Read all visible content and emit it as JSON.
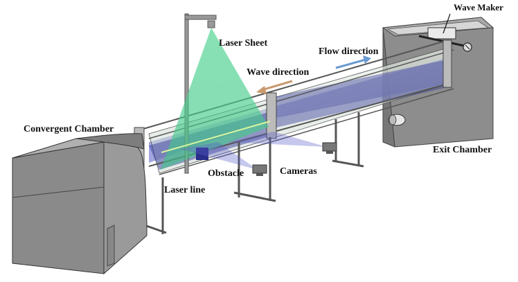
{
  "labels": {
    "wave_maker": "Wave Maker",
    "laser_sheet": "Laser Sheet",
    "flow_direction": "Flow direction",
    "wave_direction": "Wave direction",
    "convergent_chamber": "Convergent Chamber",
    "exit_chamber": "Exit Chamber",
    "obstacle": "Obstacle",
    "cameras": "Cameras",
    "laser_line": "Laser line"
  },
  "colors": {
    "chamber_gray": "#8a8a8a",
    "laser_green": "#4fcf8f",
    "water_blue": "#3b3f9a",
    "flow_arrow": "#6a9ad0",
    "wave_arrow": "#c99a6e"
  }
}
